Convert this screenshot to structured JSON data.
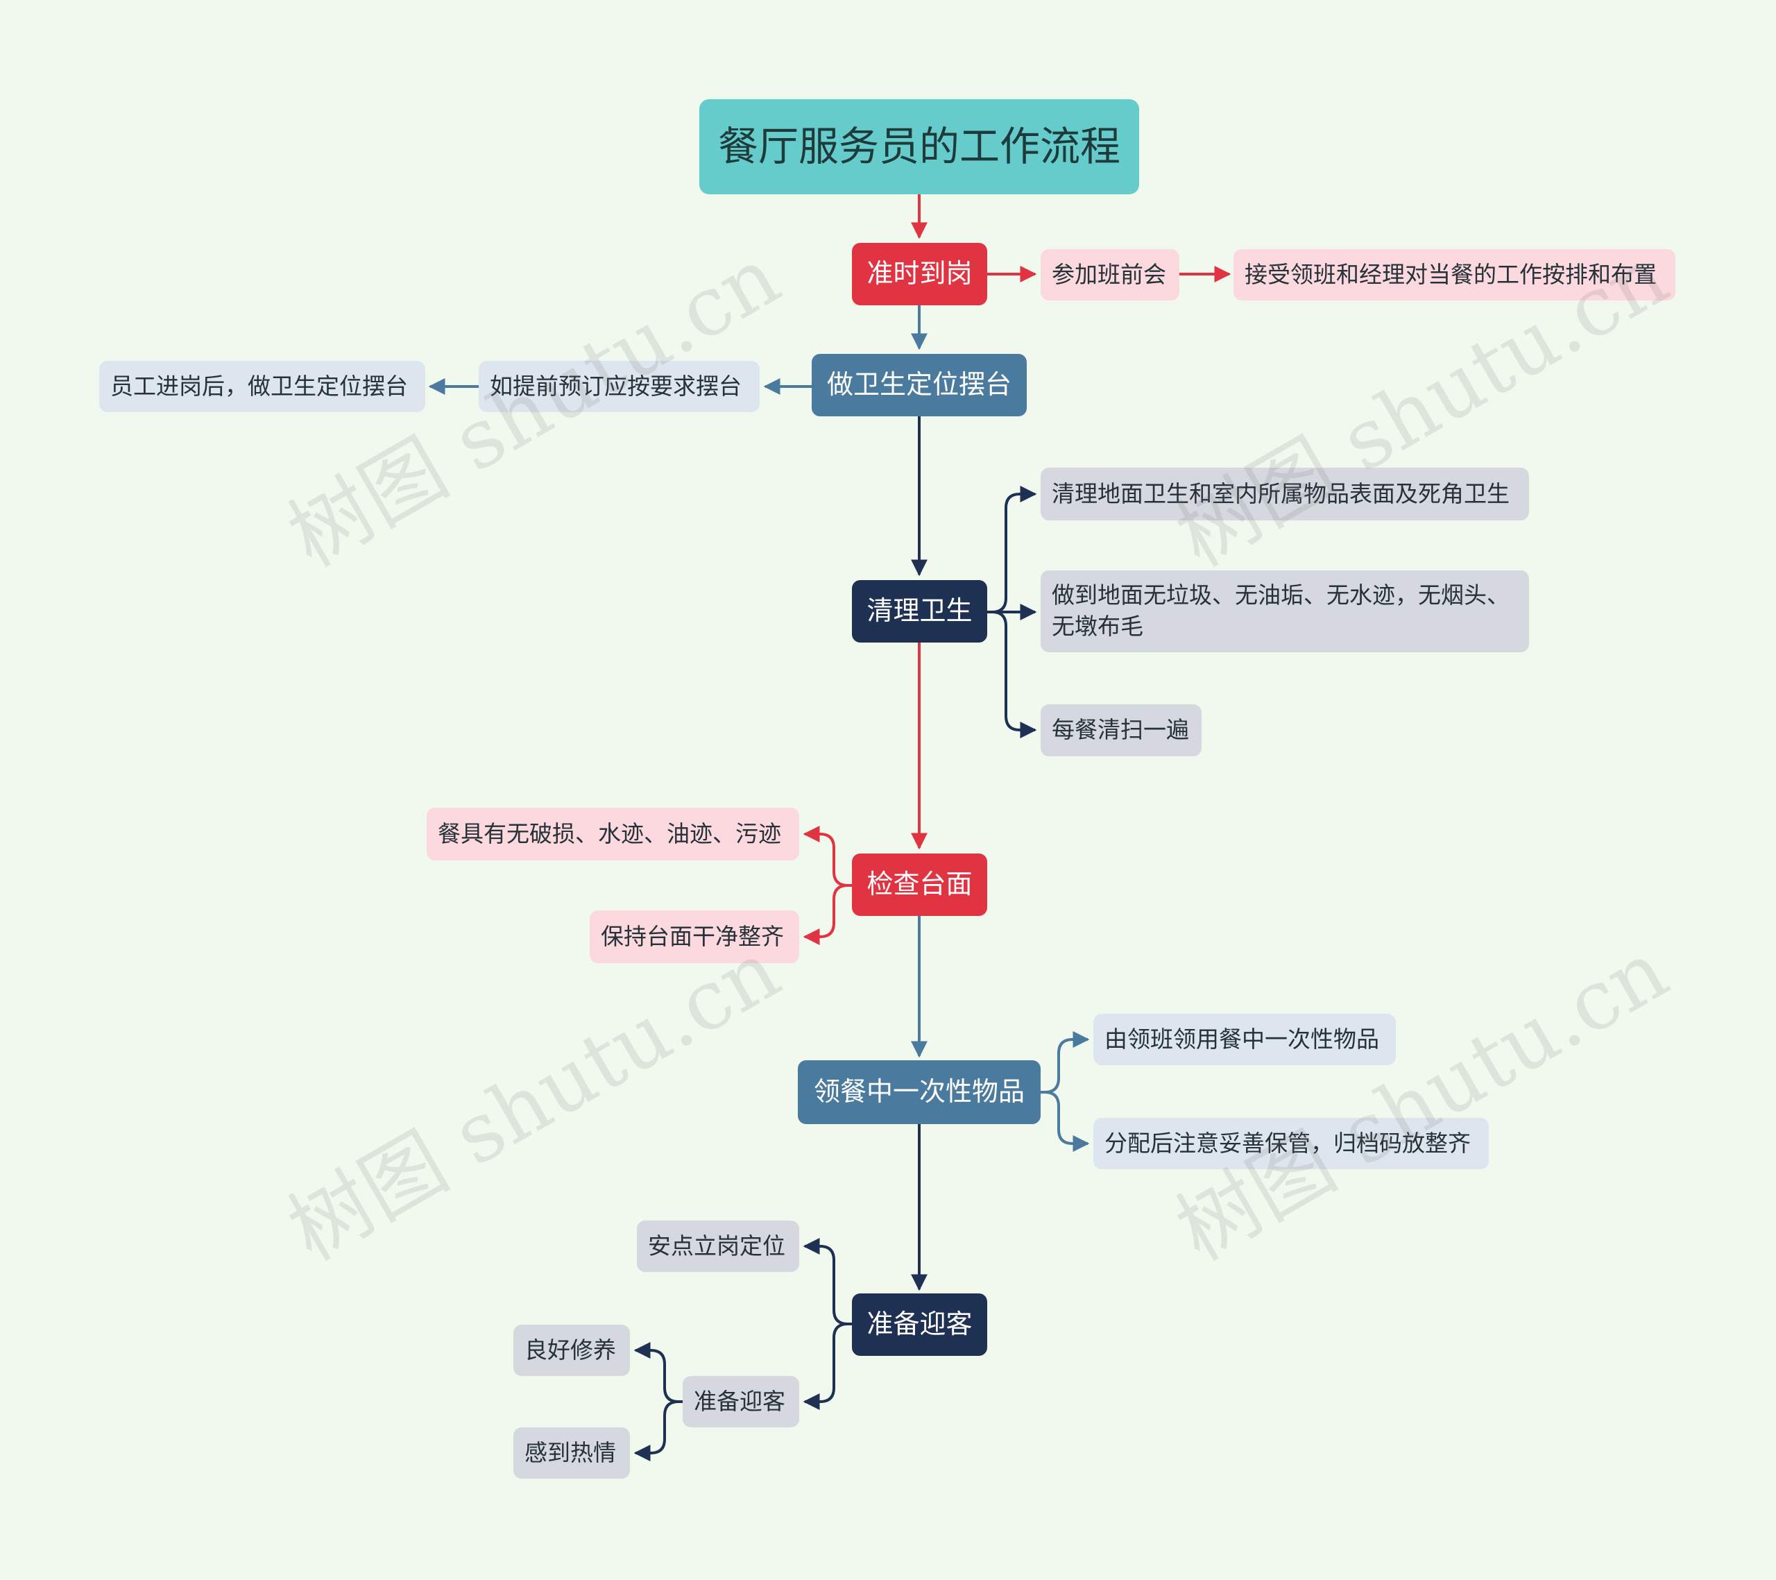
{
  "watermark": "树图 shutu.cn",
  "colors": {
    "background": "#f1f9ef",
    "title": "#65cccb",
    "red": "#e13443",
    "steel": "#4a7a9d",
    "navy": "#1e3152",
    "pink": "#fbd9df",
    "light_blue": "#dde6ee",
    "gray": "#d5d9df"
  },
  "title": "餐厅服务员的工作流程",
  "steps": {
    "s1": {
      "label": "准时到岗",
      "children": [
        "参加班前会",
        "接受领班和经理对当餐的工作按排和布置"
      ]
    },
    "s2": {
      "label": "做卫生定位摆台",
      "children": [
        "如提前预订应按要求摆台",
        "员工进岗后，做卫生定位摆台"
      ]
    },
    "s3": {
      "label": "清理卫生",
      "children": [
        "清理地面卫生和室内所属物品表面及死角卫生",
        "做到地面无垃圾、无油垢、无水迹，无烟头、无墩布毛",
        "每餐清扫一遍"
      ]
    },
    "s4": {
      "label": "检查台面",
      "children": [
        "餐具有无破损、水迹、油迹、污迹",
        "保持台面干净整齐"
      ]
    },
    "s5": {
      "label": "领餐中一次性物品",
      "children": [
        "由领班领用餐中一次性物品",
        "分配后注意妥善保管，归档码放整齐"
      ]
    },
    "s6": {
      "label": "准备迎客",
      "children": [
        "安点立岗定位",
        "准备迎客"
      ],
      "grandchildren": [
        "良好修养",
        "感到热情"
      ]
    }
  }
}
